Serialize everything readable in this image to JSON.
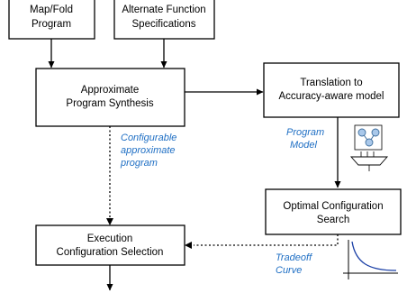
{
  "boxes": {
    "map_fold": [
      "Map/Fold",
      "Program"
    ],
    "alt_spec": [
      "Alternate Function",
      "Specifications"
    ],
    "synthesis": [
      "Approximate",
      "Program Synthesis"
    ],
    "translation": [
      "Translation to",
      "Accuracy-aware model"
    ],
    "optimal": [
      "Optimal Configuration",
      "Search"
    ],
    "execution": [
      "Execution",
      "Configuration Selection"
    ]
  },
  "annotations": {
    "configurable": [
      "Configurable",
      "approximate",
      "program"
    ],
    "program_model": [
      "Program",
      "Model"
    ],
    "tradeoff": [
      "Tradeoff",
      "Curve"
    ]
  },
  "colors": {
    "annotation": "#1f6fc4",
    "node_fill": "#a9c8ea",
    "node_stroke": "#3f6f9e",
    "curve": "#1a3fa6"
  },
  "icons": {
    "program_model": "graph-model-icon",
    "tradeoff": "tradeoff-curve-icon"
  }
}
